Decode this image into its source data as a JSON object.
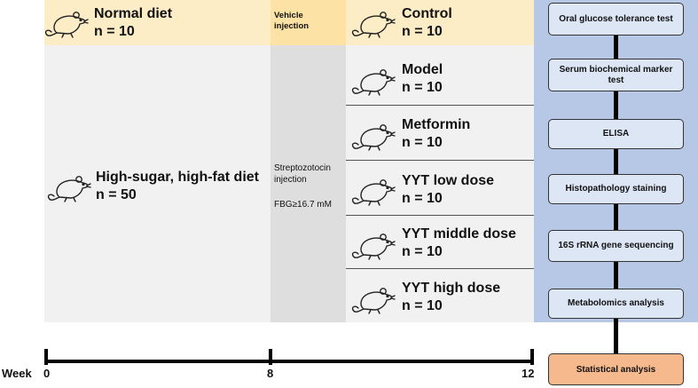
{
  "left_groups": {
    "normal": {
      "title": "Normal diet",
      "count": "n = 10"
    },
    "hshf": {
      "title": "High-sugar, high-fat diet",
      "count": "n = 50"
    }
  },
  "treatments": {
    "vehicle": "Vehicle injection",
    "stz": "Streptozotocin injection",
    "fbg": "FBG≥16.7 mM"
  },
  "groups": [
    {
      "name": "Control",
      "count": "n = 10"
    },
    {
      "name": "Model",
      "count": "n = 10"
    },
    {
      "name": "Metformin",
      "count": "n = 10"
    },
    {
      "name": "YYT low dose",
      "count": "n = 10"
    },
    {
      "name": "YYT middle dose",
      "count": "n = 10"
    },
    {
      "name": "YYT high dose",
      "count": "n = 10"
    }
  ],
  "tests": [
    "Oral glucose tolerance test",
    "Serum biochemical marker test",
    "ELISA",
    "Histopathology staining",
    "16S rRNA gene sequencing",
    "Metabolomics analysis"
  ],
  "final": "Statistical analysis",
  "timeline": {
    "label": "Week",
    "ticks": [
      "0",
      "8",
      "12"
    ]
  },
  "colors": {
    "normal_band": "#fdedc6",
    "vehicle_band": "#fce2a4",
    "hshf_band": "#f1f1f1",
    "stz_band": "#dedede",
    "tests_band": "#b6c8e5",
    "test_box": "#dde6f5",
    "final_box": "#f6b98d"
  },
  "icons": [
    "mouse-icon"
  ]
}
